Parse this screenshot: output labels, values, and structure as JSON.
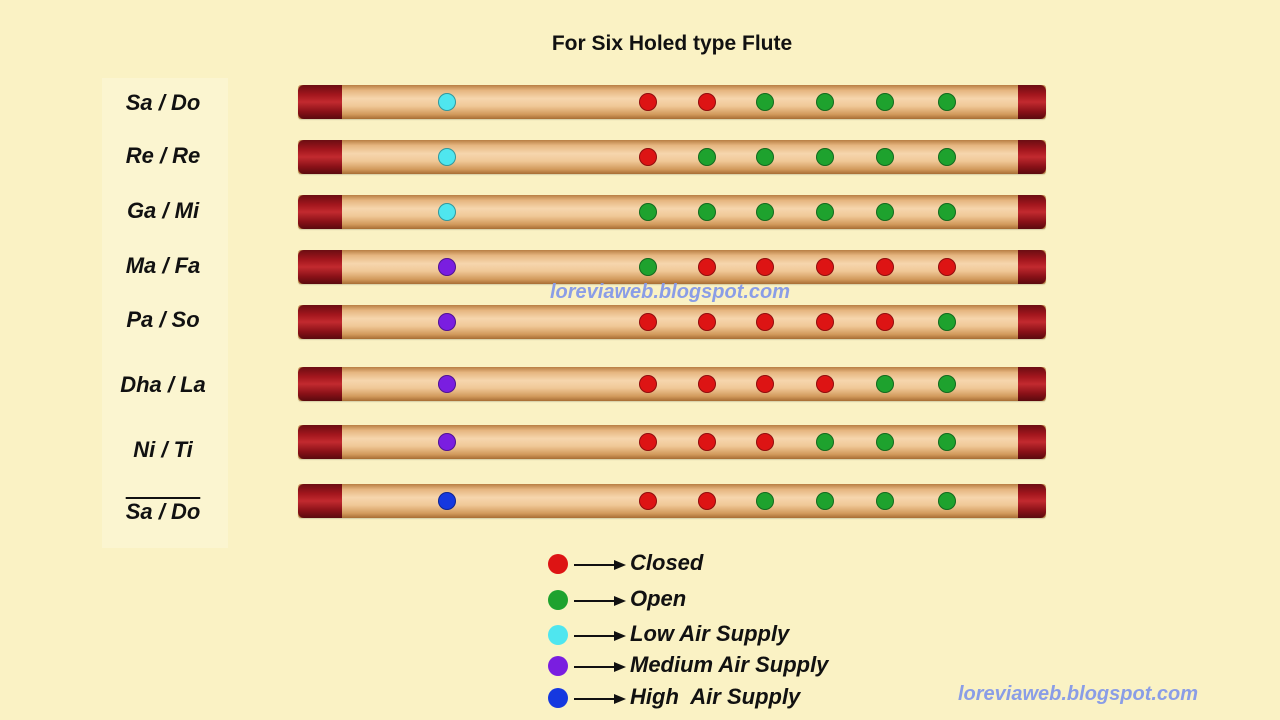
{
  "title": "For Six Holed type Flute",
  "watermark": "loreviaweb.blogspot.com",
  "colors": {
    "closed": "#dd1414",
    "open": "#1ea22e",
    "low": "#4fe6ef",
    "medium": "#7a1ee0",
    "high": "#1538e0"
  },
  "notes": [
    {
      "label": "Sa / Do",
      "blow": "low",
      "holes": [
        "closed",
        "closed",
        "open",
        "open",
        "open",
        "open"
      ]
    },
    {
      "label": "Re / Re",
      "blow": "low",
      "holes": [
        "closed",
        "open",
        "open",
        "open",
        "open",
        "open"
      ]
    },
    {
      "label": "Ga / Mi",
      "blow": "low",
      "holes": [
        "open",
        "open",
        "open",
        "open",
        "open",
        "open"
      ]
    },
    {
      "label": "Ma / Fa",
      "blow": "medium",
      "holes": [
        "open",
        "closed",
        "closed",
        "closed",
        "closed",
        "closed"
      ]
    },
    {
      "label": "Pa / So",
      "blow": "medium",
      "holes": [
        "closed",
        "closed",
        "closed",
        "closed",
        "closed",
        "open"
      ]
    },
    {
      "label": "Dha / La",
      "blow": "medium",
      "holes": [
        "closed",
        "closed",
        "closed",
        "closed",
        "open",
        "open"
      ]
    },
    {
      "label": "Ni / Ti",
      "blow": "medium",
      "holes": [
        "closed",
        "closed",
        "closed",
        "open",
        "open",
        "open"
      ]
    },
    {
      "label": "Sa / Do",
      "overline": true,
      "blow": "high",
      "holes": [
        "closed",
        "closed",
        "open",
        "open",
        "open",
        "open"
      ]
    }
  ],
  "legend": [
    {
      "key": "closed",
      "text": "Closed"
    },
    {
      "key": "open",
      "text": "Open"
    },
    {
      "key": "low",
      "text": "Low Air Supply"
    },
    {
      "key": "medium",
      "text": "Medium Air Supply"
    },
    {
      "key": "high",
      "text": "High  Air Supply"
    }
  ]
}
